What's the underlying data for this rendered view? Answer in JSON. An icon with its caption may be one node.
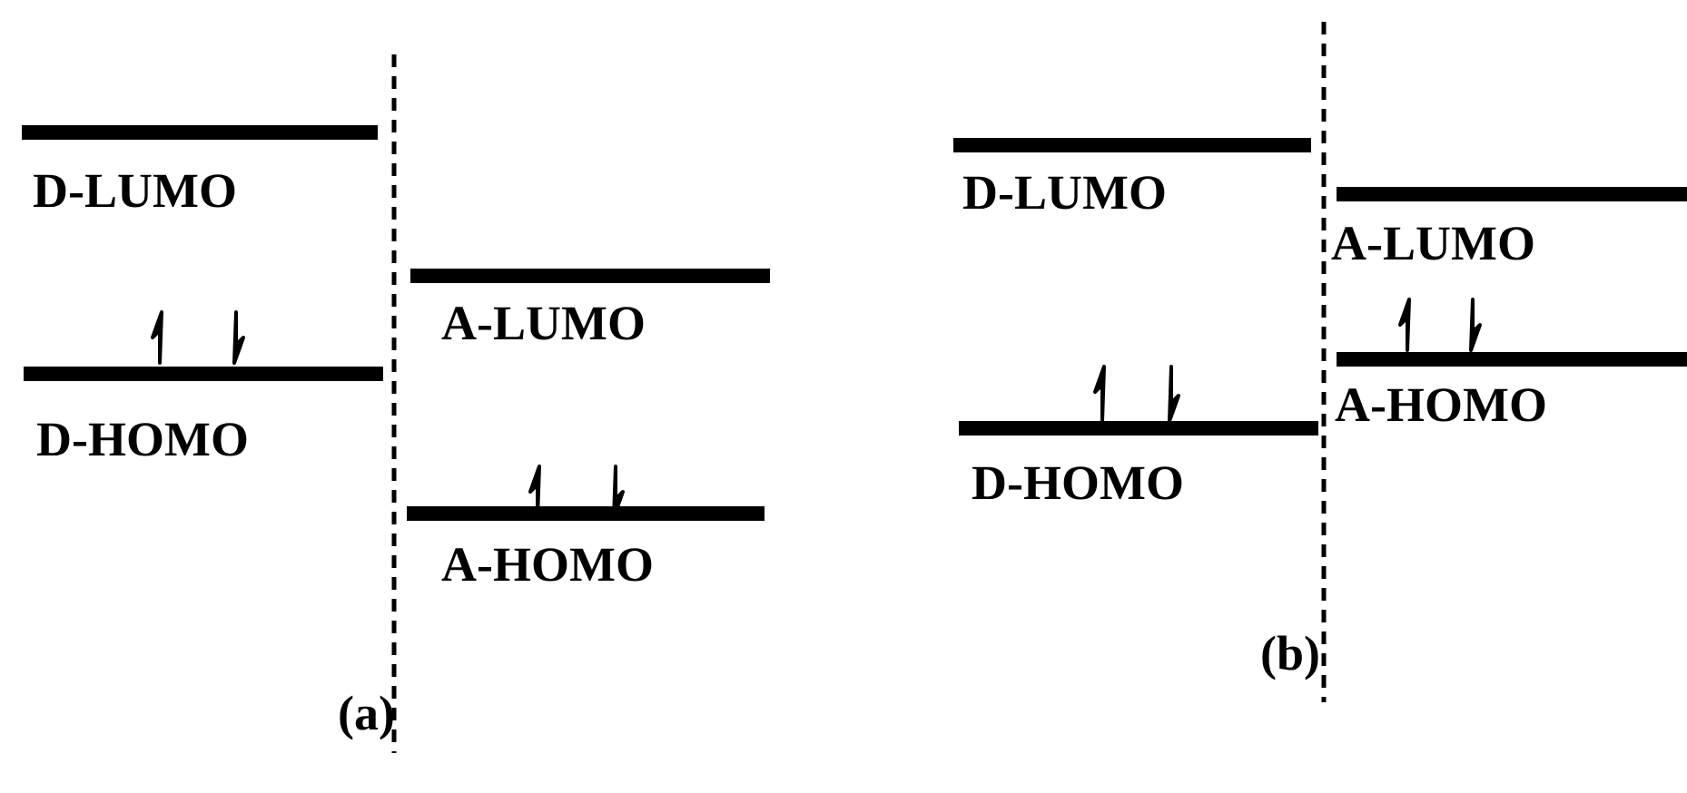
{
  "diagram": {
    "labels": [
      "D-LUMO",
      "D-HOMO",
      "A-LUMO",
      "A-HOMO",
      "(a)",
      "D-LUMO",
      "A-LUMO",
      "D-HOMO",
      "A-HOMO",
      "(b)"
    ]
  }
}
